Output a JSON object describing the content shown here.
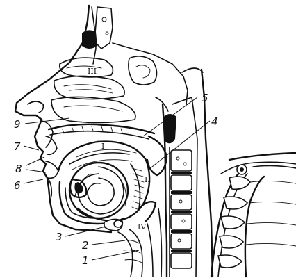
{
  "labels": [
    {
      "id": "1",
      "text": "1"
    },
    {
      "id": "2",
      "text": "2"
    },
    {
      "id": "3",
      "text": "3"
    },
    {
      "id": "4",
      "text": "4"
    },
    {
      "id": "5",
      "text": "5"
    },
    {
      "id": "6",
      "text": "6"
    },
    {
      "id": "7",
      "text": "7"
    },
    {
      "id": "8",
      "text": "8"
    },
    {
      "id": "9",
      "text": "9"
    }
  ],
  "roman_labels": [
    {
      "id": "III",
      "text": "III"
    },
    {
      "id": "I",
      "text": "I"
    },
    {
      "id": "II",
      "text": "II"
    },
    {
      "id": "IV",
      "text": "IV"
    }
  ]
}
